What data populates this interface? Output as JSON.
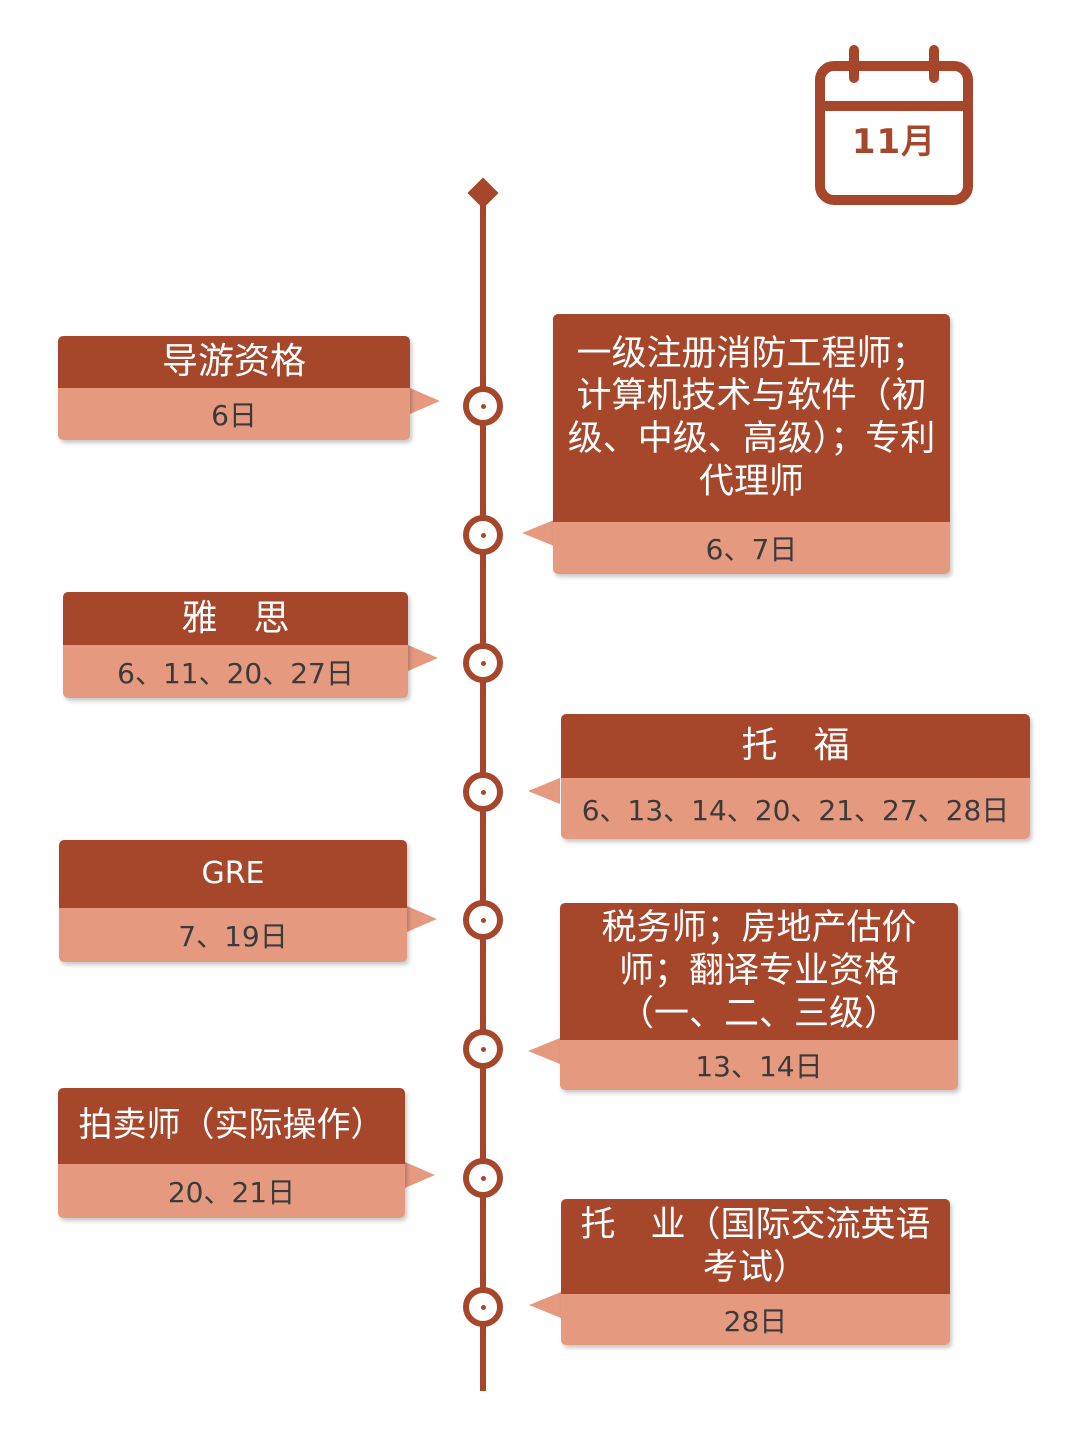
{
  "calendar": {
    "month": "11月"
  },
  "colors": {
    "accent": "#a6462b",
    "light": "#e59a80"
  },
  "events": [
    {
      "side": "left",
      "title": "导游资格",
      "date": "6日"
    },
    {
      "side": "right",
      "title": "一级注册消防工程师；计算机技术与软件（初级、中级、高级）；专利代理师",
      "date": "6、7日"
    },
    {
      "side": "left",
      "title": "雅　思",
      "date": "6、11、20、27日"
    },
    {
      "side": "right",
      "title": "托　福",
      "date": "6、13、14、20、21、27、28日"
    },
    {
      "side": "left",
      "title": "GRE",
      "date": "7、19日"
    },
    {
      "side": "right",
      "title": "税务师；房地产估价师；翻译专业资格（一、二、三级）",
      "date": "13、14日"
    },
    {
      "side": "left",
      "title": "拍卖师（实际操作）",
      "date": "20、21日"
    },
    {
      "side": "right",
      "title": "托　业（国际交流英语考试）",
      "date": "28日"
    }
  ]
}
